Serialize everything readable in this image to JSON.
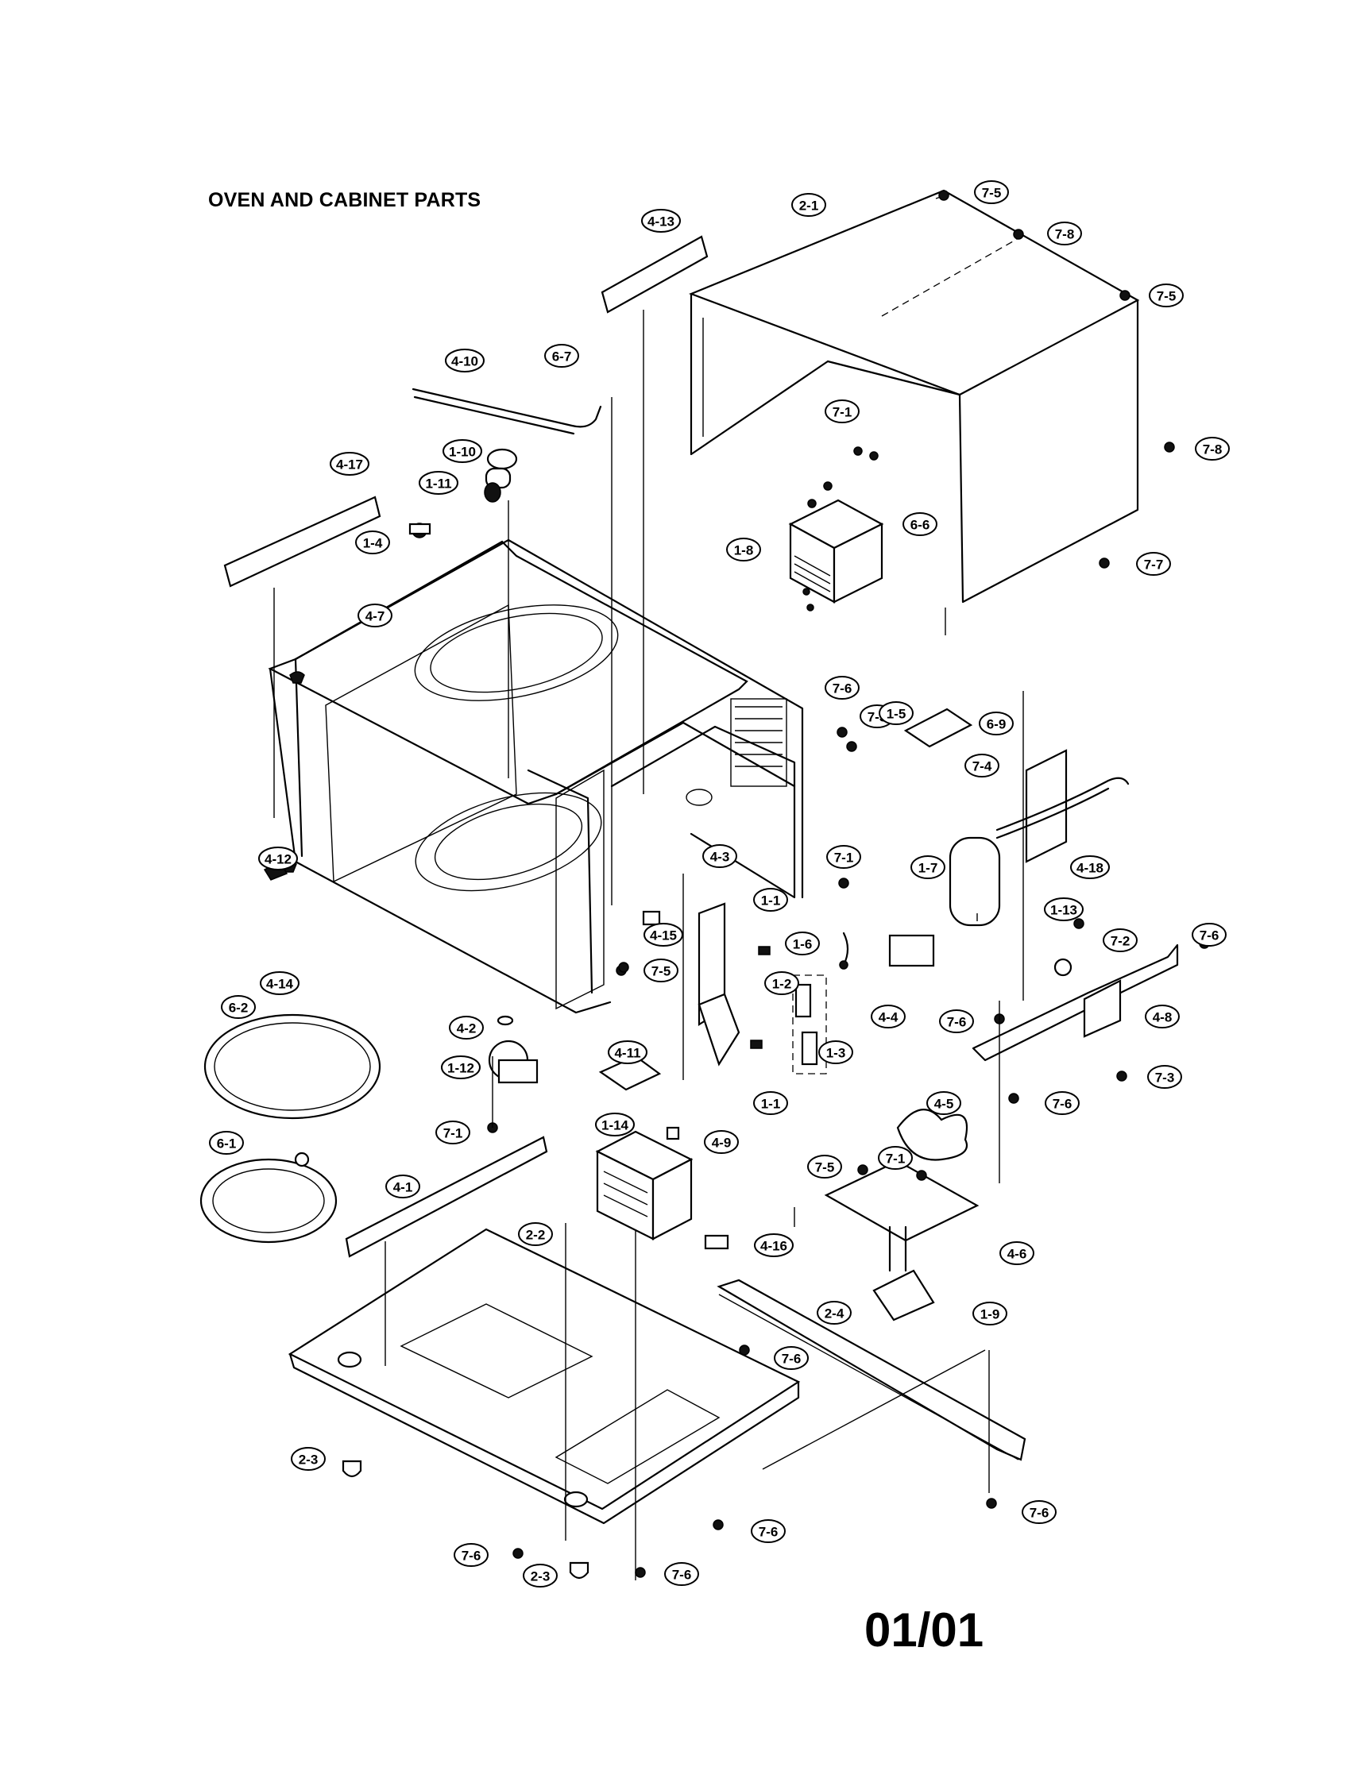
{
  "title": "OVEN AND CABINET PARTS",
  "page_code": "01/01",
  "callouts": [
    "2-1",
    "7-5",
    "7-8",
    "7-5",
    "7-8",
    "7-7",
    "4-13",
    "6-7",
    "4-10",
    "1-10",
    "1-11",
    "4-17",
    "1-4",
    "7-1",
    "1-8",
    "6-6",
    "4-7",
    "7-6",
    "7-3",
    "6-9",
    "1-5",
    "7-4",
    "4-18",
    "4-12",
    "7-1",
    "1-7",
    "4-3",
    "1-1",
    "4-15",
    "7-5",
    "1-6",
    "1-13",
    "7-2",
    "7-6",
    "4-14",
    "1-2",
    "4-4",
    "4-8",
    "1-3",
    "7-6",
    "6-2",
    "4-2",
    "4-11",
    "7-3",
    "1-12",
    "1-1",
    "7-6",
    "4-5",
    "7-1",
    "1-14",
    "4-9",
    "7-5",
    "7-1",
    "6-1",
    "4-1",
    "2-2",
    "4-16",
    "4-6",
    "1-9",
    "2-4",
    "7-6",
    "2-3",
    "7-6",
    "7-6",
    "7-6",
    "2-3",
    "7-6"
  ]
}
